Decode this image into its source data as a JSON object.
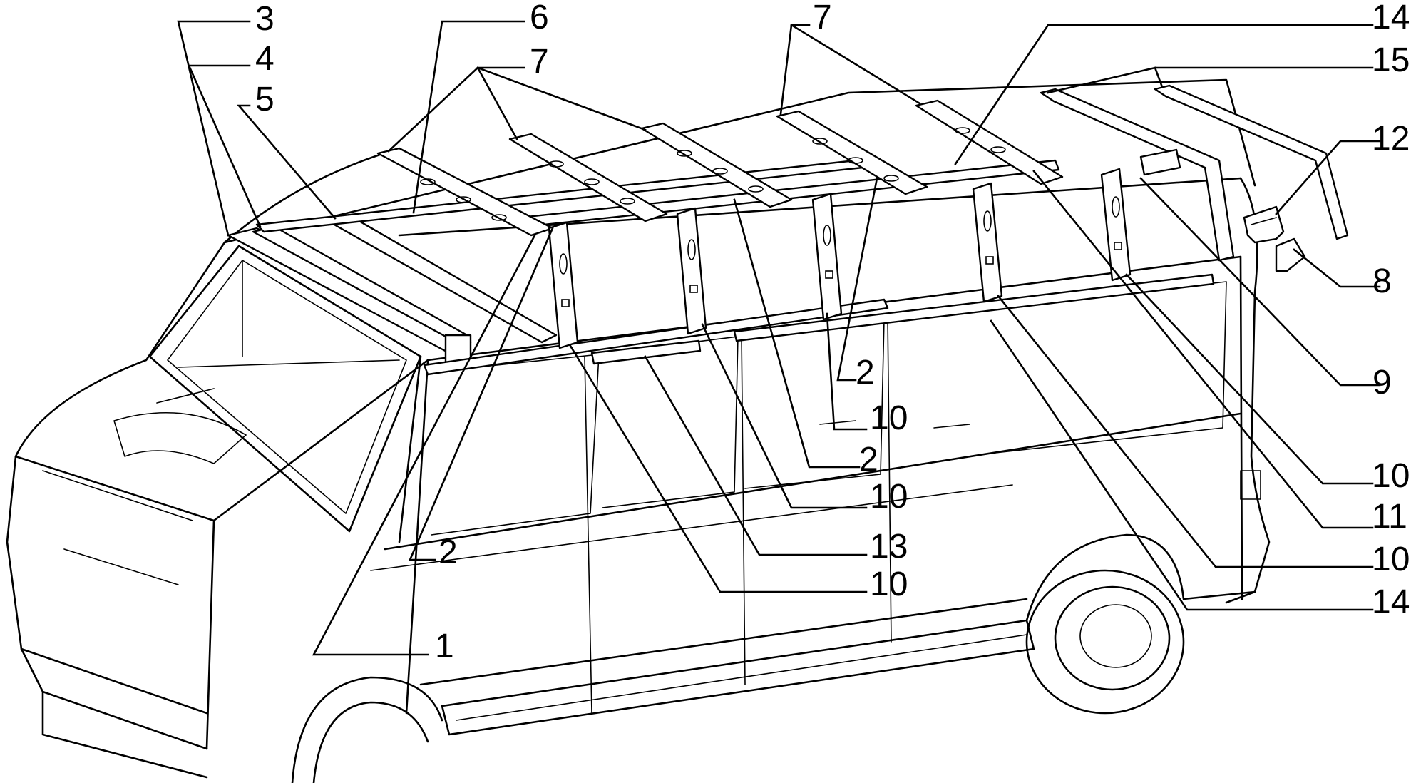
{
  "callouts": [
    {
      "id": "c3",
      "text": "3"
    },
    {
      "id": "c4",
      "text": "4"
    },
    {
      "id": "c5",
      "text": "5"
    },
    {
      "id": "c6",
      "text": "6"
    },
    {
      "id": "c7a",
      "text": "7"
    },
    {
      "id": "c7b",
      "text": "7"
    },
    {
      "id": "c14a",
      "text": "14"
    },
    {
      "id": "c15",
      "text": "15"
    },
    {
      "id": "c12",
      "text": "12"
    },
    {
      "id": "c8",
      "text": "8"
    },
    {
      "id": "c9",
      "text": "9"
    },
    {
      "id": "c2a",
      "text": "2"
    },
    {
      "id": "c10a",
      "text": "10"
    },
    {
      "id": "c2b",
      "text": "2"
    },
    {
      "id": "c10b",
      "text": "10"
    },
    {
      "id": "c10c",
      "text": "10"
    },
    {
      "id": "c11",
      "text": "11"
    },
    {
      "id": "c10d",
      "text": "10"
    },
    {
      "id": "c14b",
      "text": "14"
    },
    {
      "id": "c13",
      "text": "13"
    },
    {
      "id": "c2c",
      "text": "2"
    },
    {
      "id": "c10e",
      "text": "10"
    },
    {
      "id": "c1",
      "text": "1"
    }
  ]
}
